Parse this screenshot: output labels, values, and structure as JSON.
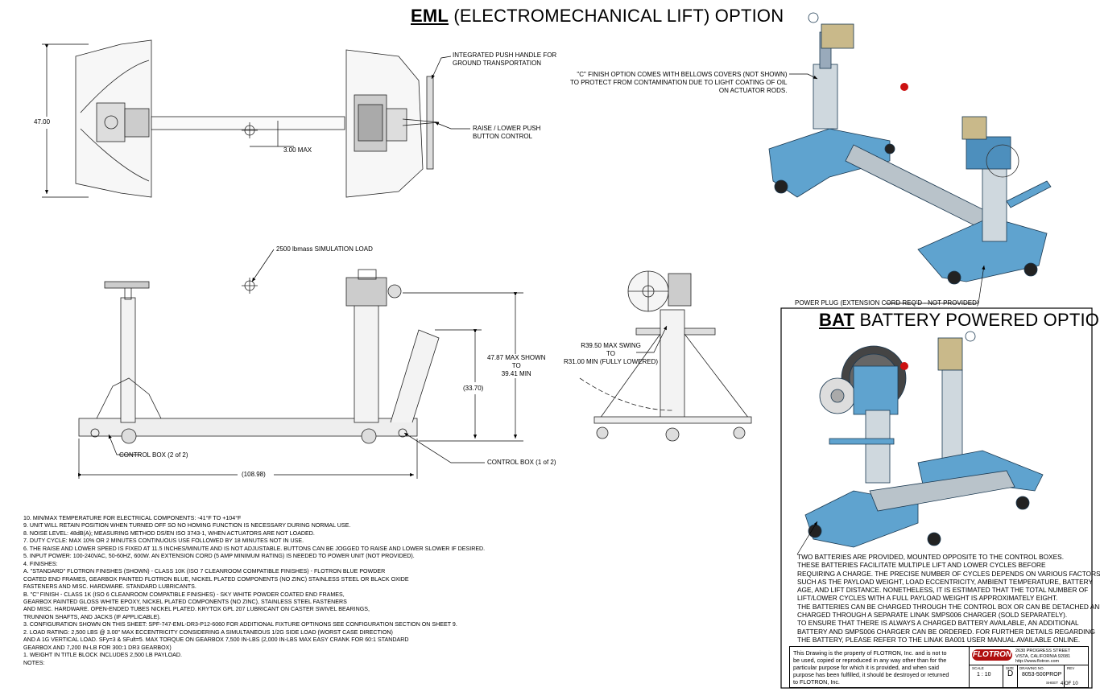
{
  "eml_title": {
    "prefix": "EML",
    "rest": " (ELECTROMECHANICAL LIFT) OPTION"
  },
  "bat_title": {
    "prefix": "BAT",
    "rest": " BATTERY POWERED OPTION"
  },
  "top_view": {
    "dim_width": "47.00",
    "dim_offset": "3.00 MAX",
    "callout_handle": "INTEGRATED PUSH HANDLE FOR\nGROUND TRANSPORTATION",
    "callout_button": "RAISE / LOWER PUSH\nBUTTON CONTROL"
  },
  "side_view": {
    "load_label": "2500 lbmass SIMULATION LOAD",
    "dim_height": "47.87 MAX SHOWN\nTO\n39.41 MIN",
    "dim_inner": "(33.70)",
    "dim_length": "(108.98)",
    "control_box_2": "CONTROL BOX (2 of 2)",
    "control_box_1": "CONTROL BOX (1 of 2)"
  },
  "end_view": {
    "swing": "R39.50 MAX SWING\nTO\nR31.00 MIN (FULLY LOWERED)"
  },
  "iso_eml": {
    "c_finish_note": "\"C\" FINISH OPTION COMES WITH BELLOWS COVERS (NOT SHOWN)\nTO PROTECT FROM CONTAMINATION DUE TO LIGHT COATING OF OIL\nON ACTUATOR RODS.",
    "power_plug": "POWER PLUG (EXTENSION CORD REQ'D - NOT PROVIDED)"
  },
  "notes": [
    "10.  MIN/MAX TEMPERATURE FOR ELECTRICAL COMPONENTS: -41°F TO +104°F",
    "9.   UNIT WILL RETAIN POSITION WHEN TURNED OFF SO NO HOMING FUNCTION IS NECESSARY DURING NORMAL USE.",
    "8.   NOISE LEVEL: 48dB(A); MEASURING METHOD DS/EN ISO 3743-1, WHEN ACTUATORS ARE NOT LOADED.",
    "7.   DUTY CYCLE: MAX 10% OR 2 MINUTES CONTINUOUS USE FOLLOWED BY 18 MINUTES NOT IN USE.",
    "6.   THE RAISE AND LOWER SPEED IS FIXED AT 11.5 INCHES/MINUTE AND IS NOT ADJUSTABLE.  BUTTONS CAN BE JOGGED TO RAISE AND LOWER SLOWER IF DESIRED.",
    "5.   INPUT POWER: 100-240VAC, 50-60HZ, 600W.  AN EXTENSION CORD (5 AMP MINIMUM RATING) IS NEEDED TO POWER UNIT (NOT PROVIDED).",
    "4.   FINISHES:",
    "     A.  \"STANDARD\" FLOTRON FINISHES (SHOWN) - CLASS 10K (ISO 7 CLEANROOM COMPATIBLE FINISHES) - FLOTRON BLUE POWDER",
    "          COATED END FRAMES, GEARBOX PAINTED FLOTRON BLUE, NICKEL PLATED COMPONENTS (NO ZINC) STAINLESS STEEL OR BLACK OXIDE",
    "          FASTENERS AND MISC. HARDWARE. STANDARD LUBRICANTS.",
    "     B.  \"C\" FINISH - CLASS 1K (ISO 6 CLEANROOM COMPATIBLE FINISHES) -  SKY WHITE POWDER COATED END FRAMES,",
    "          GEARBOX PAINTED GLOSS WHITE EPOXY, NICKEL PLATED COMPONENTS (NO ZINC), STAINLESS STEEL FASTENERS",
    "          AND MISC. HARDWARE.  OPEN-ENDED TUBES NICKEL PLATED. KRYTOX GPL 207 LUBRICANT ON CASTER SWIVEL BEARINGS,",
    "          TRUNNION SHAFTS, AND JACKS (IF APPLICABLE).",
    "3.   CONFIGURATION SHOWN ON THIS SHEET: SPF-747-EML-DR3-P12-6060 FOR ADDITIONAL FIXTURE OPTINONS SEE CONFIGURATION SECTION ON SHEET 9.",
    "2.   LOAD RATING: 2,500 LBS @ 3.00\" MAX ECCENTRICITY CONSIDERING A SIMULTANEOUS 1/2G SIDE LOAD (WORST CASE DIRECTION)",
    "     AND A 1G VERTICAL LOAD.  SFy=3 & SFult=5.  MAX TORQUE ON GEARBOX 7,500 IN-LBS (2,000 IN-LBS MAX EASY CRANK FOR 60:1 STANDARD",
    "     GEARBOX AND 7,200 IN-LB FOR 300:1 DR3 GEARBOX)",
    "1.   WEIGHT IN TITLE BLOCK INCLUDES 2,500 LB PAYLOAD.",
    "NOTES:"
  ],
  "bat_text": [
    "TWO BATTERIES ARE PROVIDED, MOUNTED OPPOSITE TO THE CONTROL BOXES.",
    "THESE BATTERIES FACILITATE MULTIPLE LIFT AND LOWER CYCLES BEFORE",
    "REQUIRING A CHARGE. THE PRECISE NUMBER OF CYCLES DEPENDS ON VARIOUS FACTORS",
    "SUCH AS THE PAYLOAD WEIGHT, LOAD ECCENTRICITY, AMBIENT TEMPERATURE, BATTERY",
    "AGE, AND LIFT DISTANCE. NONETHELESS, IT IS ESTIMATED THAT THE TOTAL NUMBER OF",
    "LIFT/LOWER CYCLES WITH A FULL PAYLOAD WEIGHT IS APPROXIMATELY EIGHT.",
    "THE BATTERIES CAN BE CHARGED THROUGH THE CONTROL BOX OR CAN BE DETACHED AND",
    "CHARGED THROUGH A SEPARATE LINAK SMPS006 CHARGER (SOLD SEPARATELY).",
    "TO ENSURE THAT THERE IS ALWAYS A CHARGED BATTERY AVAILABLE, AN ADDITIONAL",
    "BATTERY AND SMPS006 CHARGER CAN BE ORDERED. FOR FURTHER DETAILS REGARDING",
    "THE BATTERY, PLEASE REFER TO THE LINAK BA001 USER MANUAL AVAILABLE ONLINE."
  ],
  "title_block": {
    "disclaimer": "This Drawing is the property of FLOTRON, Inc. and is not to\nbe used, copied or reproduced in any way other than for the\nparticular purpose for which it is provided, and when said\npurpose has been fulfilled, it should be destroyed or returned\nto FLOTRON, Inc.",
    "logo": "FLOTRON",
    "address": "2630 PROGRESS STREET\nVISTA, CALIFORNIA 92081\nhttp://www.flotron.com",
    "scale_label": "SCALE",
    "scale": "1 : 10",
    "size_label": "SIZE",
    "size": "D",
    "drawing_label": "DRAWING NO.",
    "drawing_no": "8053-500PROP",
    "rev_label": "REV",
    "sheet_label": "SHEET",
    "sheet": "4 OF 10"
  },
  "colors": {
    "flotron_blue": "#5fa3cf",
    "dark_blue": "#2e6e99",
    "red_knob": "#cc1111",
    "line": "#000000"
  }
}
